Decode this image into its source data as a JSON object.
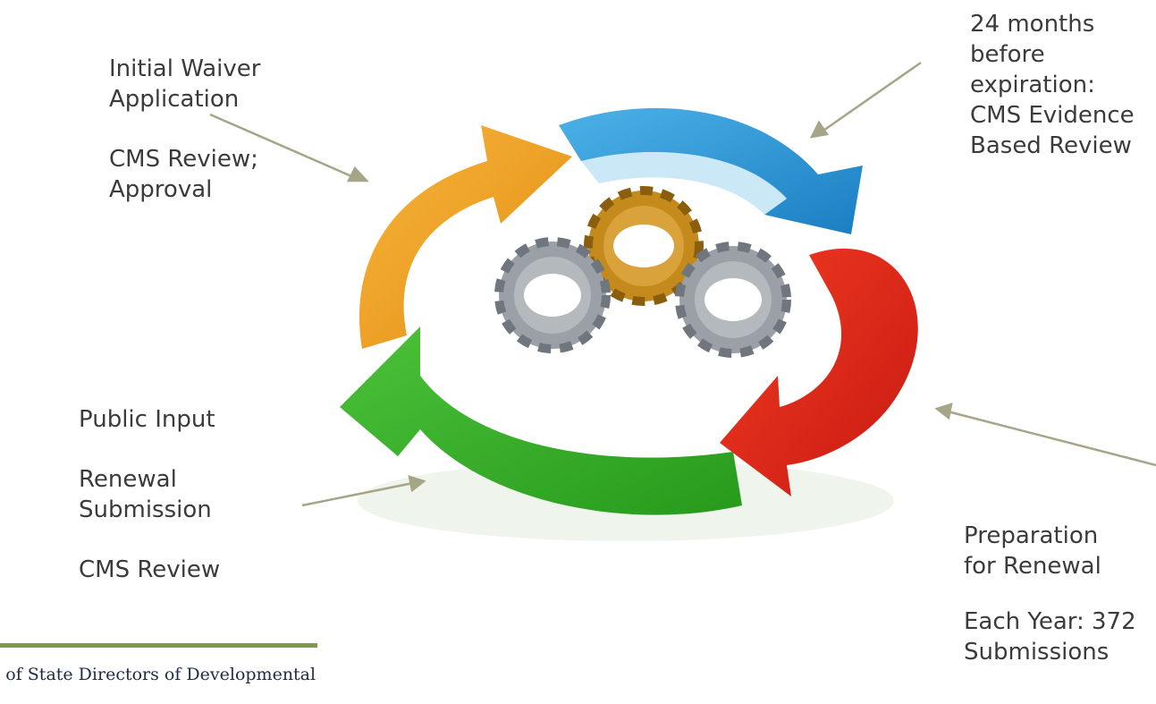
{
  "labels": {
    "top_left": {
      "line1": "Initial Waiver",
      "line2": "Application",
      "line3": "CMS Review;",
      "line4": "Approval"
    },
    "top_right": {
      "line1": "24 months",
      "line2": "before",
      "line3": "expiration:",
      "line4": "CMS Evidence",
      "line5": "Based Review"
    },
    "bottom_left": {
      "line1": "Public Input",
      "line2": "Renewal",
      "line3": "Submission",
      "line4": "CMS Review"
    },
    "bottom_right": {
      "line1": "Preparation",
      "line2": "for Renewal",
      "line3": "Each Year: 372",
      "line4": "Submissions"
    }
  },
  "footer": {
    "org_text": "n of State Directors of Developmental"
  },
  "colors": {
    "orange": "#f0a224",
    "blue": "#2e9ad8",
    "red": "#e8261c",
    "green": "#3aaa2a",
    "gear_gold": "#c48a1c",
    "gear_gray": "#9aa0a6",
    "pointer": "#a6a588",
    "accent_line": "#7f9a46"
  }
}
